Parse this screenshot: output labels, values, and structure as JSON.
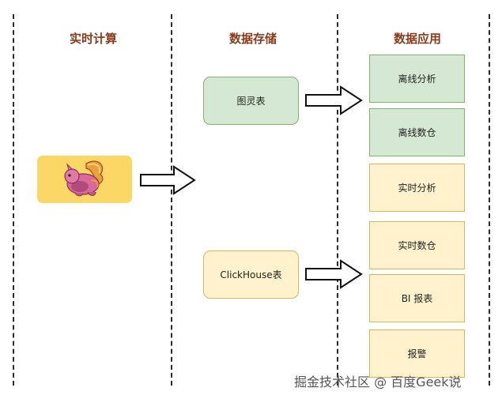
{
  "columns": [
    {
      "title": "实时计算"
    },
    {
      "title": "数据存储"
    },
    {
      "title": "数据应用"
    }
  ],
  "compute": {
    "logo_icon": "flink-squirrel-logo",
    "logo_color": "#fbd765"
  },
  "storage": {
    "tables": [
      {
        "label": "图灵表",
        "color": "#d5e8d4"
      },
      {
        "label": "ClickHouse表",
        "color": "#fff2cc"
      }
    ]
  },
  "applications": {
    "items": [
      {
        "label": "离线分析",
        "color": "#d5e8d4"
      },
      {
        "label": "离线数仓",
        "color": "#d5e8d4"
      },
      {
        "label": "实时分析",
        "color": "#fff2cc"
      },
      {
        "label": "实时数仓",
        "color": "#fff2cc"
      },
      {
        "label": "BI 报表",
        "color": "#fff2cc"
      },
      {
        "label": "报警",
        "color": "#fff2cc"
      }
    ]
  },
  "watermark": "掘金技术社区 @ 百度Geek说"
}
